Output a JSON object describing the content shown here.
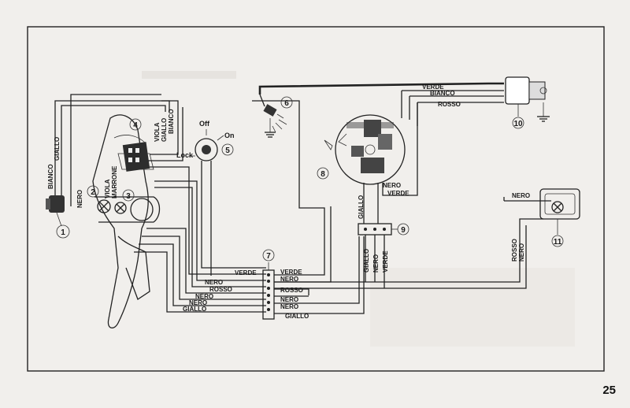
{
  "page_number": "25",
  "components": [
    {
      "id": "1",
      "name": "component-1"
    },
    {
      "id": "2",
      "name": "component-2"
    },
    {
      "id": "3",
      "name": "component-3"
    },
    {
      "id": "4",
      "name": "component-4"
    },
    {
      "id": "5",
      "name": "component-5"
    },
    {
      "id": "6",
      "name": "component-6"
    },
    {
      "id": "7",
      "name": "component-7"
    },
    {
      "id": "8",
      "name": "component-8"
    },
    {
      "id": "9",
      "name": "component-9"
    },
    {
      "id": "10",
      "name": "component-10"
    },
    {
      "id": "11",
      "name": "component-11"
    }
  ],
  "switch_labels": {
    "off": "Off",
    "on": "On",
    "lock": "Lock"
  },
  "wire_colors": {
    "verde": "VERDE",
    "nero": "NERO",
    "rosso": "ROSSO",
    "giallo": "GIALLO",
    "bianco": "BIANCO",
    "viola": "VIOLA",
    "marrone": "MARRONE"
  },
  "terminal7_labels": [
    "VERDE",
    "NERO",
    "ROSSO",
    "NERO",
    "NERO",
    "GIALLO"
  ]
}
